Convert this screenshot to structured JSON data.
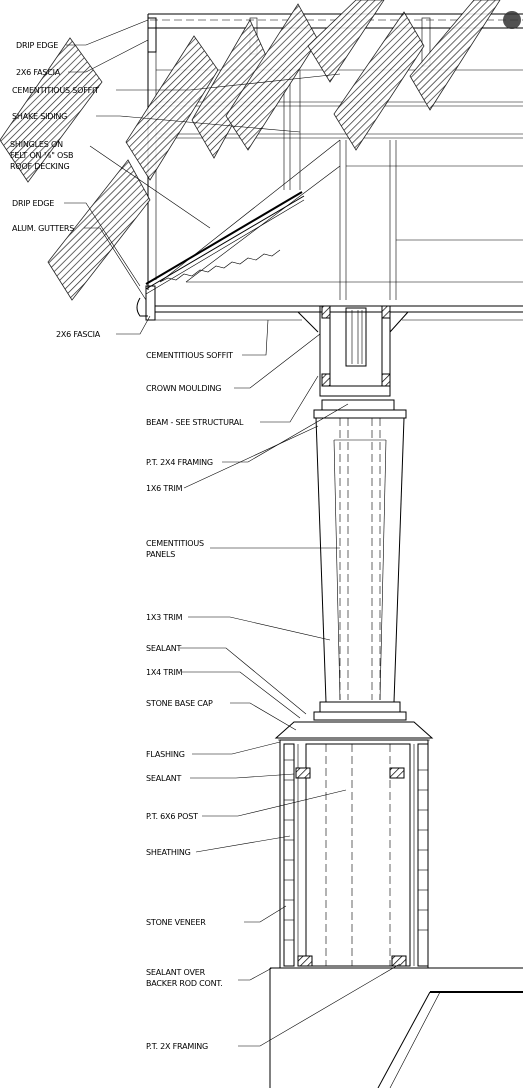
{
  "labels_upper": [
    {
      "id": "drip-edge-top",
      "text": "DRIP EDGE"
    },
    {
      "id": "fascia-top",
      "text": "2X6 FASCIA"
    },
    {
      "id": "soffit-top",
      "text": "CEMENTITIOUS SOFFIT"
    },
    {
      "id": "shake-siding",
      "text": "SHAKE SIDING"
    },
    {
      "id": "shingles-1",
      "text": "SHINGLES ON"
    },
    {
      "id": "shingles-2",
      "text": "FELT ON ⅞\" OSB"
    },
    {
      "id": "shingles-3",
      "text": "ROOF DECKING"
    },
    {
      "id": "drip-edge-low",
      "text": "DRIP EDGE"
    },
    {
      "id": "gutters",
      "text": "ALUM. GUTTERS"
    },
    {
      "id": "fascia-low",
      "text": "2X6 FASCIA"
    }
  ],
  "labels_column": [
    {
      "id": "soffit-low",
      "text": "CEMENTITIOUS SOFFIT"
    },
    {
      "id": "crown",
      "text": "CROWN MOULDING"
    },
    {
      "id": "beam",
      "text": "BEAM - SEE STRUCTURAL"
    },
    {
      "id": "pt-2x4",
      "text": "P.T. 2X4 FRAMING"
    },
    {
      "id": "trim-1x6",
      "text": "1X6 TRIM"
    },
    {
      "id": "panels-1",
      "text": "CEMENTITIOUS"
    },
    {
      "id": "panels-2",
      "text": "PANELS"
    },
    {
      "id": "trim-1x3",
      "text": "1X3 TRIM"
    },
    {
      "id": "sealant-1",
      "text": "SEALANT"
    },
    {
      "id": "trim-1x4",
      "text": "1X4 TRIM"
    },
    {
      "id": "base-cap",
      "text": "STONE BASE CAP"
    },
    {
      "id": "flashing",
      "text": "FLASHING"
    },
    {
      "id": "sealant-2",
      "text": "SEALANT"
    },
    {
      "id": "pt-6x6",
      "text": "P.T. 6X6 POST"
    },
    {
      "id": "sheathing",
      "text": "SHEATHING"
    },
    {
      "id": "veneer",
      "text": "STONE VENEER"
    },
    {
      "id": "sealant-backer-1",
      "text": "SEALANT OVER"
    },
    {
      "id": "sealant-backer-2",
      "text": "BACKER ROD CONT."
    },
    {
      "id": "pt-2x",
      "text": "P.T. 2X FRAMING"
    }
  ]
}
